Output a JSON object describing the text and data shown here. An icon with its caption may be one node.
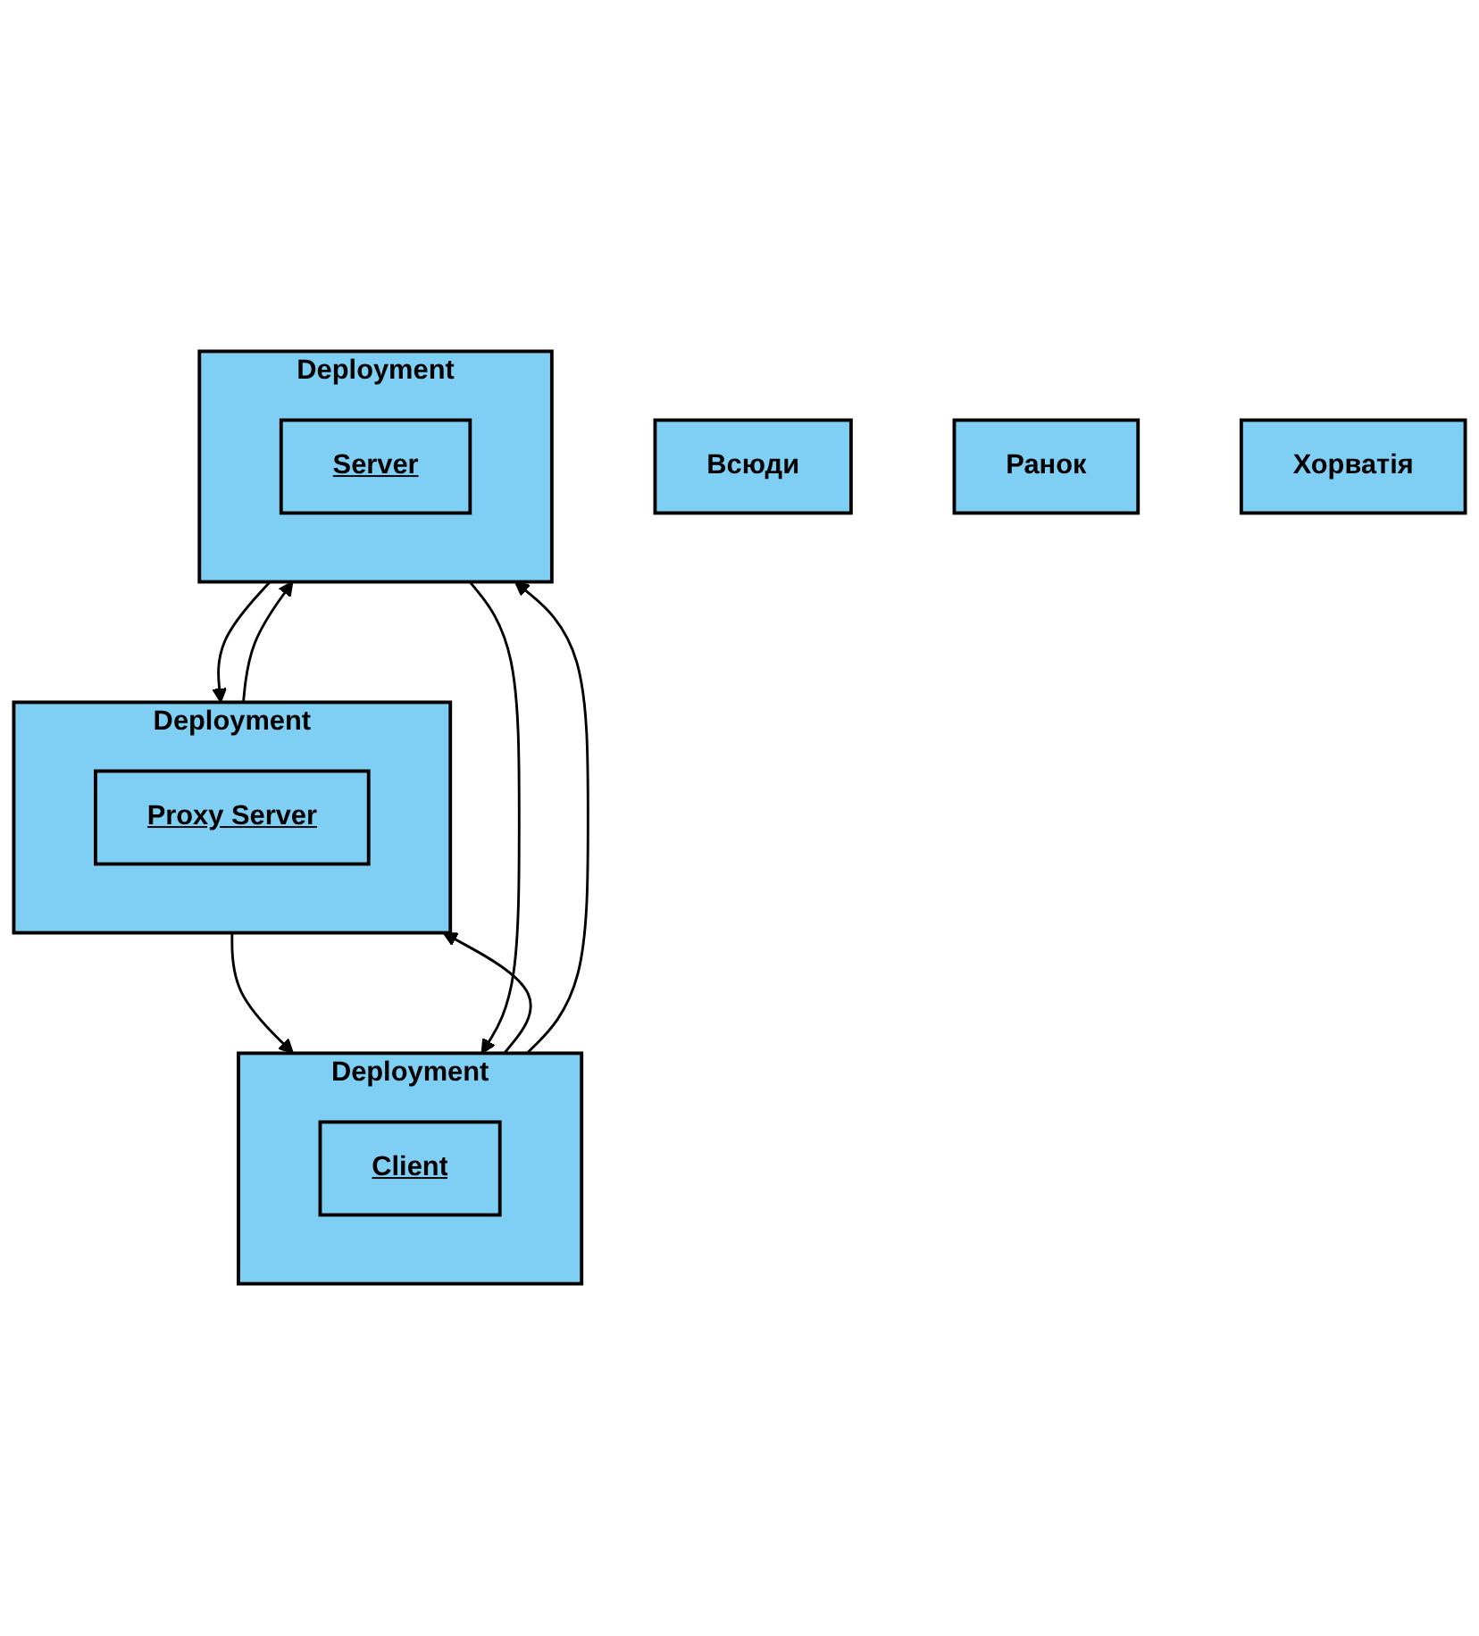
{
  "diagram": {
    "nodes": [
      {
        "text": [
          "Deployment"
        ]
      },
      {
        "text": [
          "Client"
        ],
        "in": 0
      },
      {
        "text": [
          "Deployment"
        ]
      },
      {
        "text": [
          "Proxy Server"
        ],
        "in": 2
      },
      {
        "text": [
          "Deployment"
        ]
      },
      {
        "text": [
          "Server"
        ],
        "in": 4
      },
      {
        "text": [
          "Всюди"
        ]
      },
      {
        "text": [
          "Ранок"
        ]
      },
      {
        "text": [
          "Хорватія"
        ]
      }
    ],
    "edges": [
      {
        "from": 0,
        "to": 2,
        "arrow": "to"
      },
      {
        "from": 2,
        "to": 0,
        "arrow": "to"
      },
      {
        "from": 2,
        "to": 4,
        "arrow": "to"
      },
      {
        "from": 4,
        "to": 2,
        "arrow": "to"
      },
      {
        "from": 0,
        "to": 4,
        "arrow": "to"
      },
      {
        "from": 4,
        "to": 0,
        "arrow": "to"
      }
    ]
  }
}
